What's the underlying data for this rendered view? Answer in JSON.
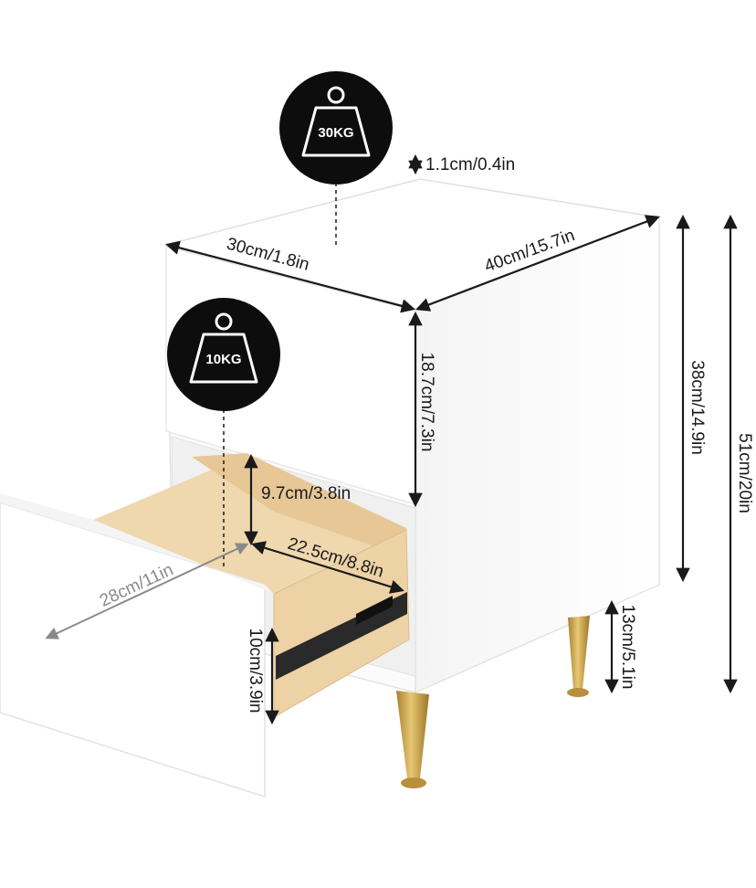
{
  "badges": {
    "top_weight": "30KG",
    "drawer_weight": "10KG"
  },
  "dimensions": {
    "top_thickness": "1.1cm/0.4in",
    "depth_top": "30cm/1.8in",
    "width_top": "40cm/15.7in",
    "upper_drawer_height": "18.7cm/7.3in",
    "body_height": "38cm/14.9in",
    "total_height": "51cm/20in",
    "inner_height": "9.7cm/3.8in",
    "inner_width": "22.5cm/8.8in",
    "drawer_depth": "28cm/11in",
    "drawer_front_height": "10cm/3.9in",
    "leg_height": "13cm/5.1in"
  },
  "colors": {
    "cabinet": "#ffffff",
    "edge": "#e3e3e3",
    "shadow": "#efefef",
    "wood": "#efd7ae",
    "wood_dark": "#dcbc8a",
    "gold": "#c9a24c",
    "badge": "#0d0d0d",
    "arrow": "#1a1a1a"
  }
}
